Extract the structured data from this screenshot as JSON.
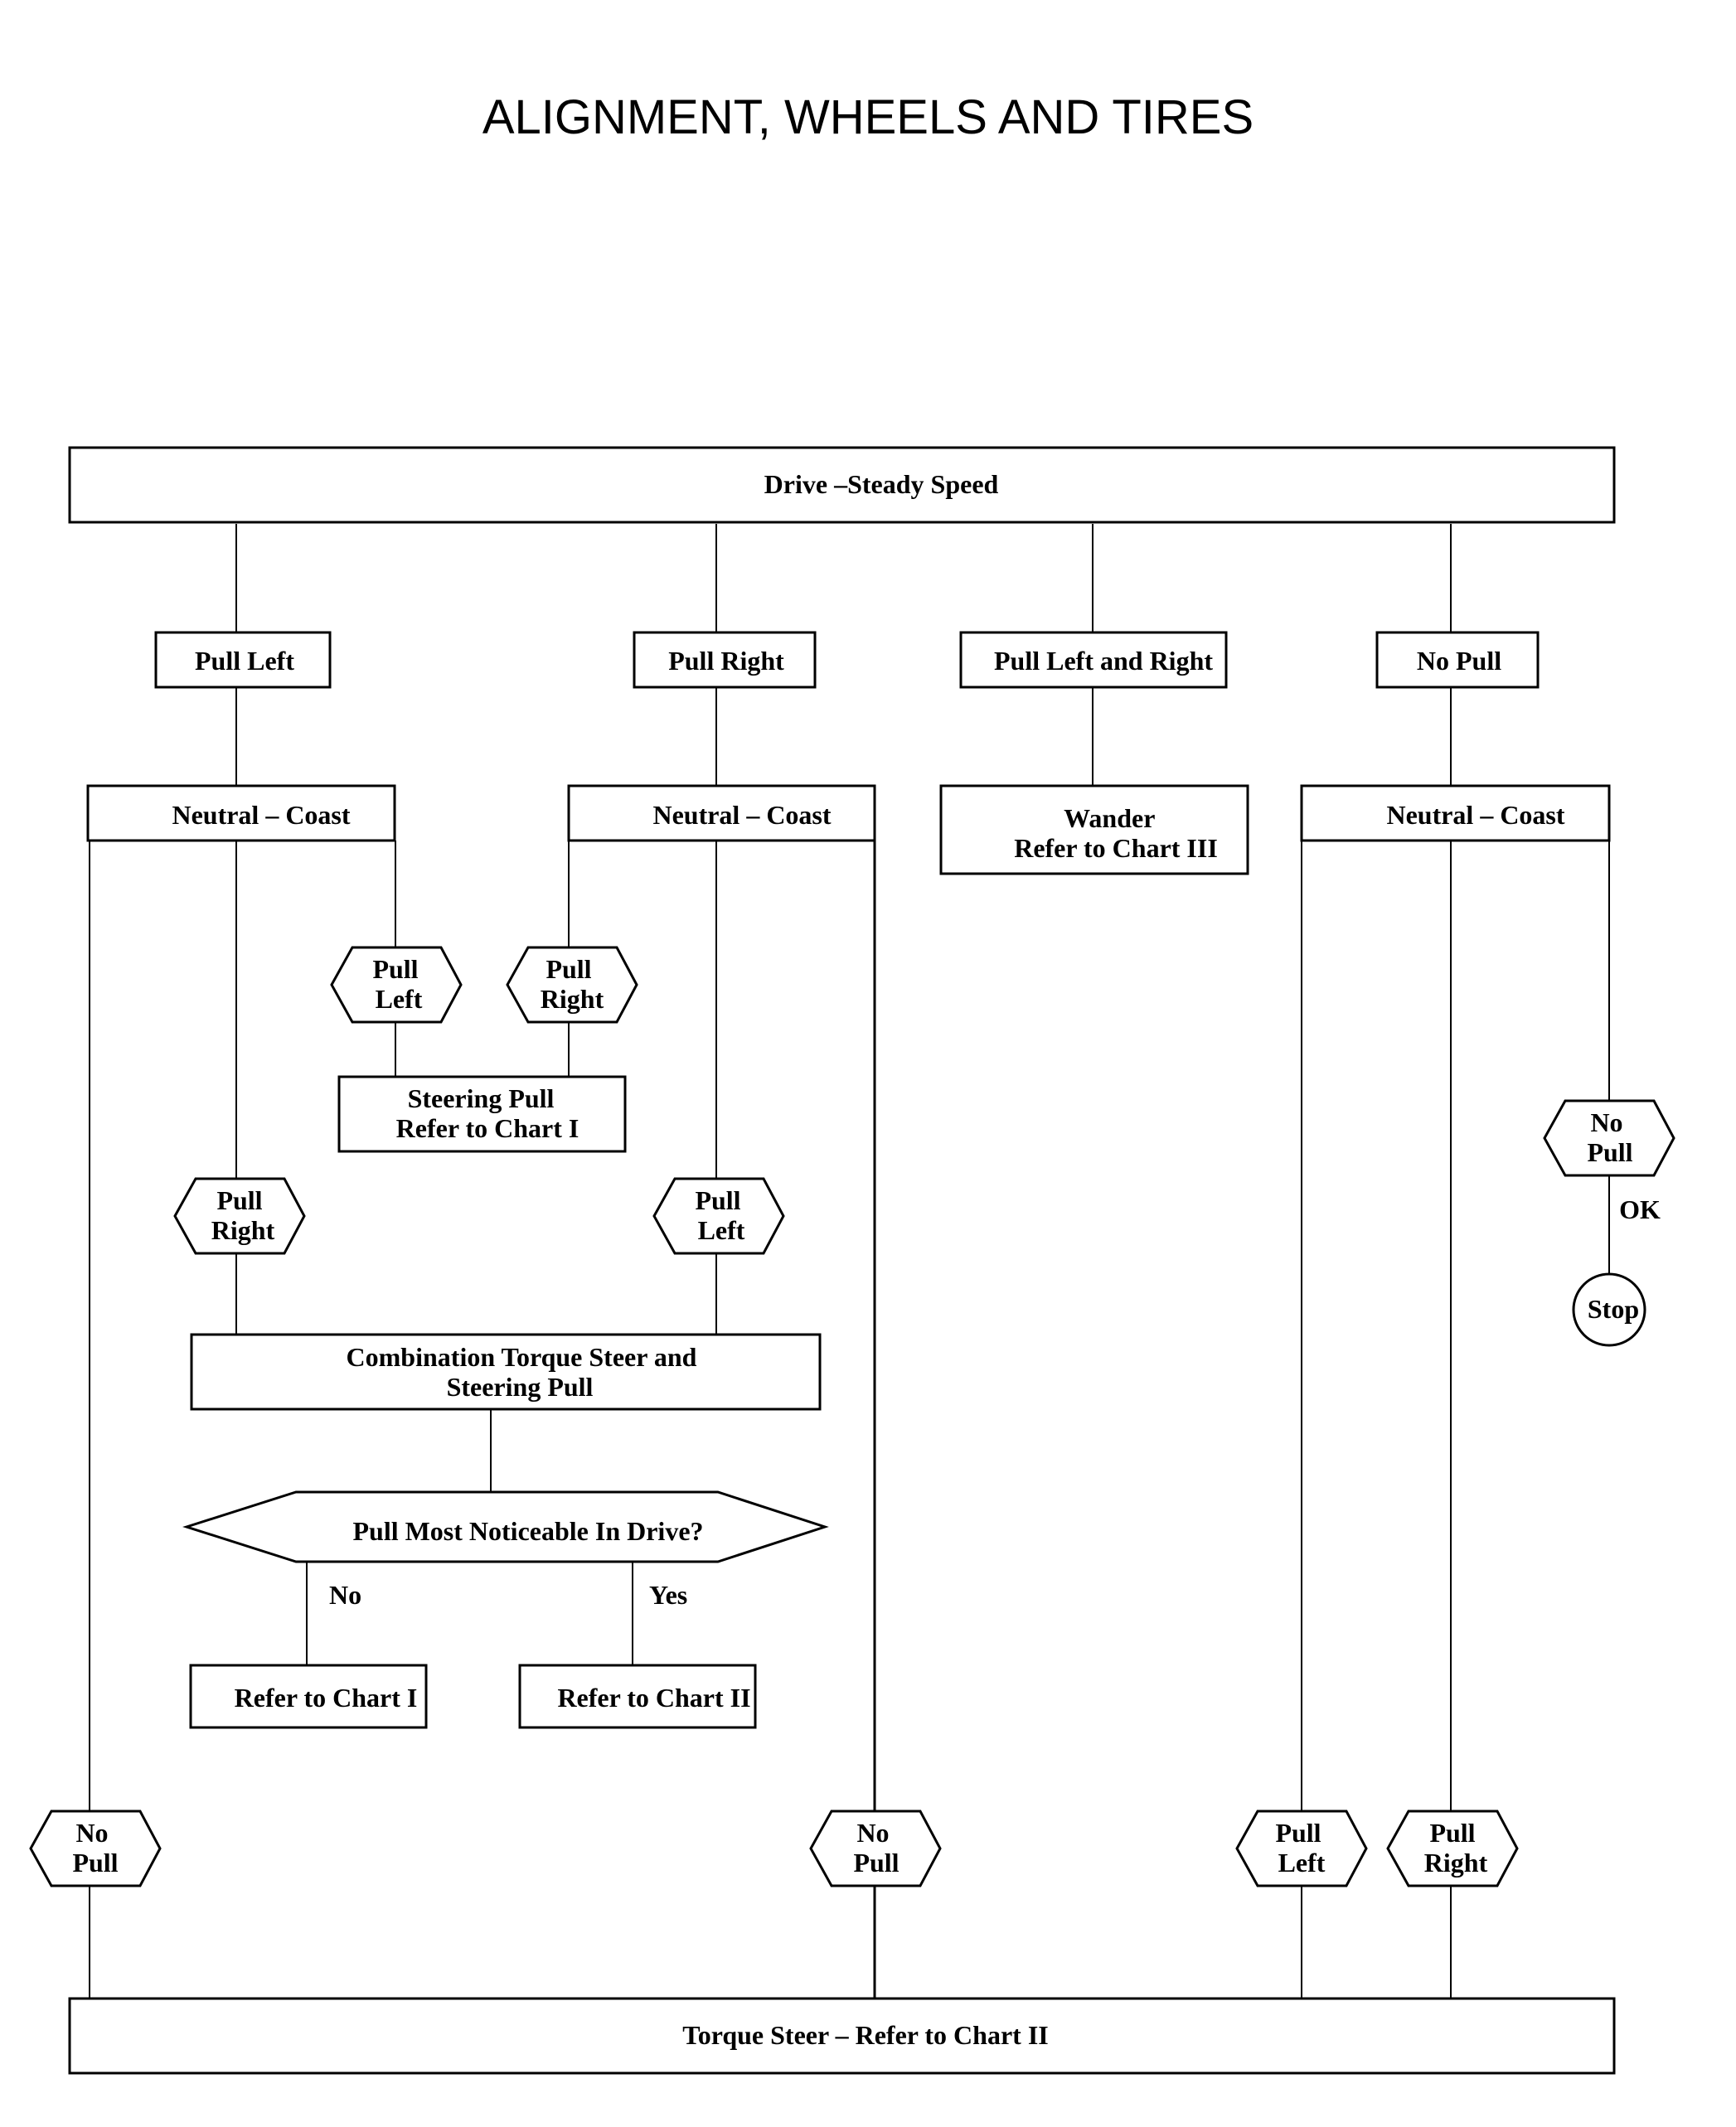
{
  "title": "ALIGNMENT, WHEELS AND TIRES",
  "nodes": {
    "drive_steady_speed": "Drive –Steady Speed",
    "pull_left_top": "Pull Left",
    "pull_right_top": "Pull Right",
    "pull_left_and_right": "Pull Left and Right",
    "no_pull_top": "No Pull",
    "neutral_coast_1": "Neutral – Coast",
    "neutral_coast_2": "Neutral – Coast",
    "neutral_coast_3": "Neutral – Coast",
    "wander": [
      "Wander",
      "Refer to Chart III"
    ],
    "hex_pull_left_1": [
      "Pull",
      "Left"
    ],
    "hex_pull_right_1": [
      "Pull",
      "Right"
    ],
    "steering_pull": [
      "Steering Pull",
      "Refer to Chart I"
    ],
    "hex_pull_right_2": [
      "Pull",
      "Right"
    ],
    "hex_pull_left_2": [
      "Pull",
      "Left"
    ],
    "hex_no_pull_right": [
      "No",
      "Pull"
    ],
    "ok_label": "OK",
    "stop": "Stop",
    "combination": [
      "Combination Torque Steer and",
      "Steering Pull"
    ],
    "decision": "Pull Most Noticeable In Drive?",
    "no_label": "No",
    "yes_label": "Yes",
    "refer_chart_1": "Refer to Chart I",
    "refer_chart_2": "Refer to Chart II",
    "hex_no_pull_left_bottom": [
      "No",
      "Pull"
    ],
    "hex_no_pull_mid_bottom": [
      "No",
      "Pull"
    ],
    "hex_pull_left_bottom": [
      "Pull",
      "Left"
    ],
    "hex_pull_right_bottom": [
      "Pull",
      "Right"
    ],
    "torque_steer": "Torque Steer – Refer to Chart II"
  }
}
